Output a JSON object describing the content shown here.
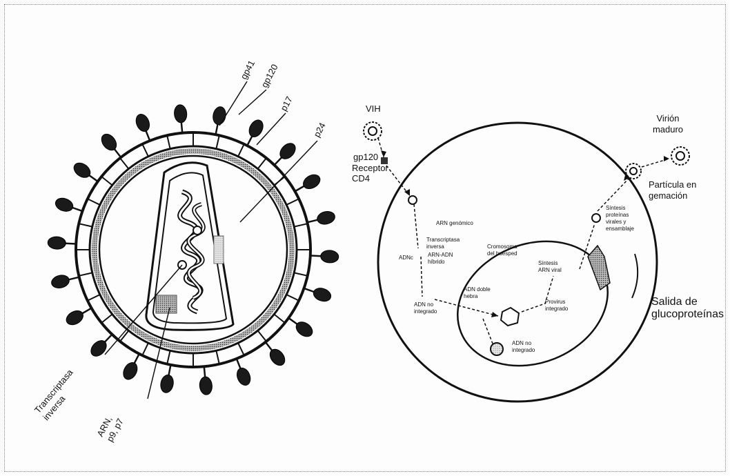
{
  "virion_labels": {
    "gp41": "gp41",
    "gp120": "gp120",
    "p17": "p17",
    "p24": "p24",
    "rt": "Transcriptasa\ninversa",
    "arn": "ARN,\np9, p7"
  },
  "cycle_labels": {
    "vih": "VIH",
    "gp120": "gp120",
    "receptor": "Receptor\nCD4",
    "virion_maduro": "Virión\nmaduro",
    "particula": "Partícula en\ngemación",
    "arn_genomico": "ARN genómico",
    "transcriptasa": "Transcriptasa\ninversa",
    "adnc": "ADNc",
    "arn_adn": "ARN-ADN\nhíbrido",
    "adn_doble": "ADN doble\nhebra",
    "adn_circular": "ADN no\nintegrado",
    "adn_lineal": "ADN no\nintegrado",
    "proteinas": "Síntesis\nproteínas\nvirales y\nensamblaje",
    "cromosoma": "Cromosoma\ndel huésped",
    "arn_viral": "Síntesis\nARN viral",
    "provirus": "Provirus\nintegrado",
    "salida": "Salida de\nglucoproteínas"
  }
}
